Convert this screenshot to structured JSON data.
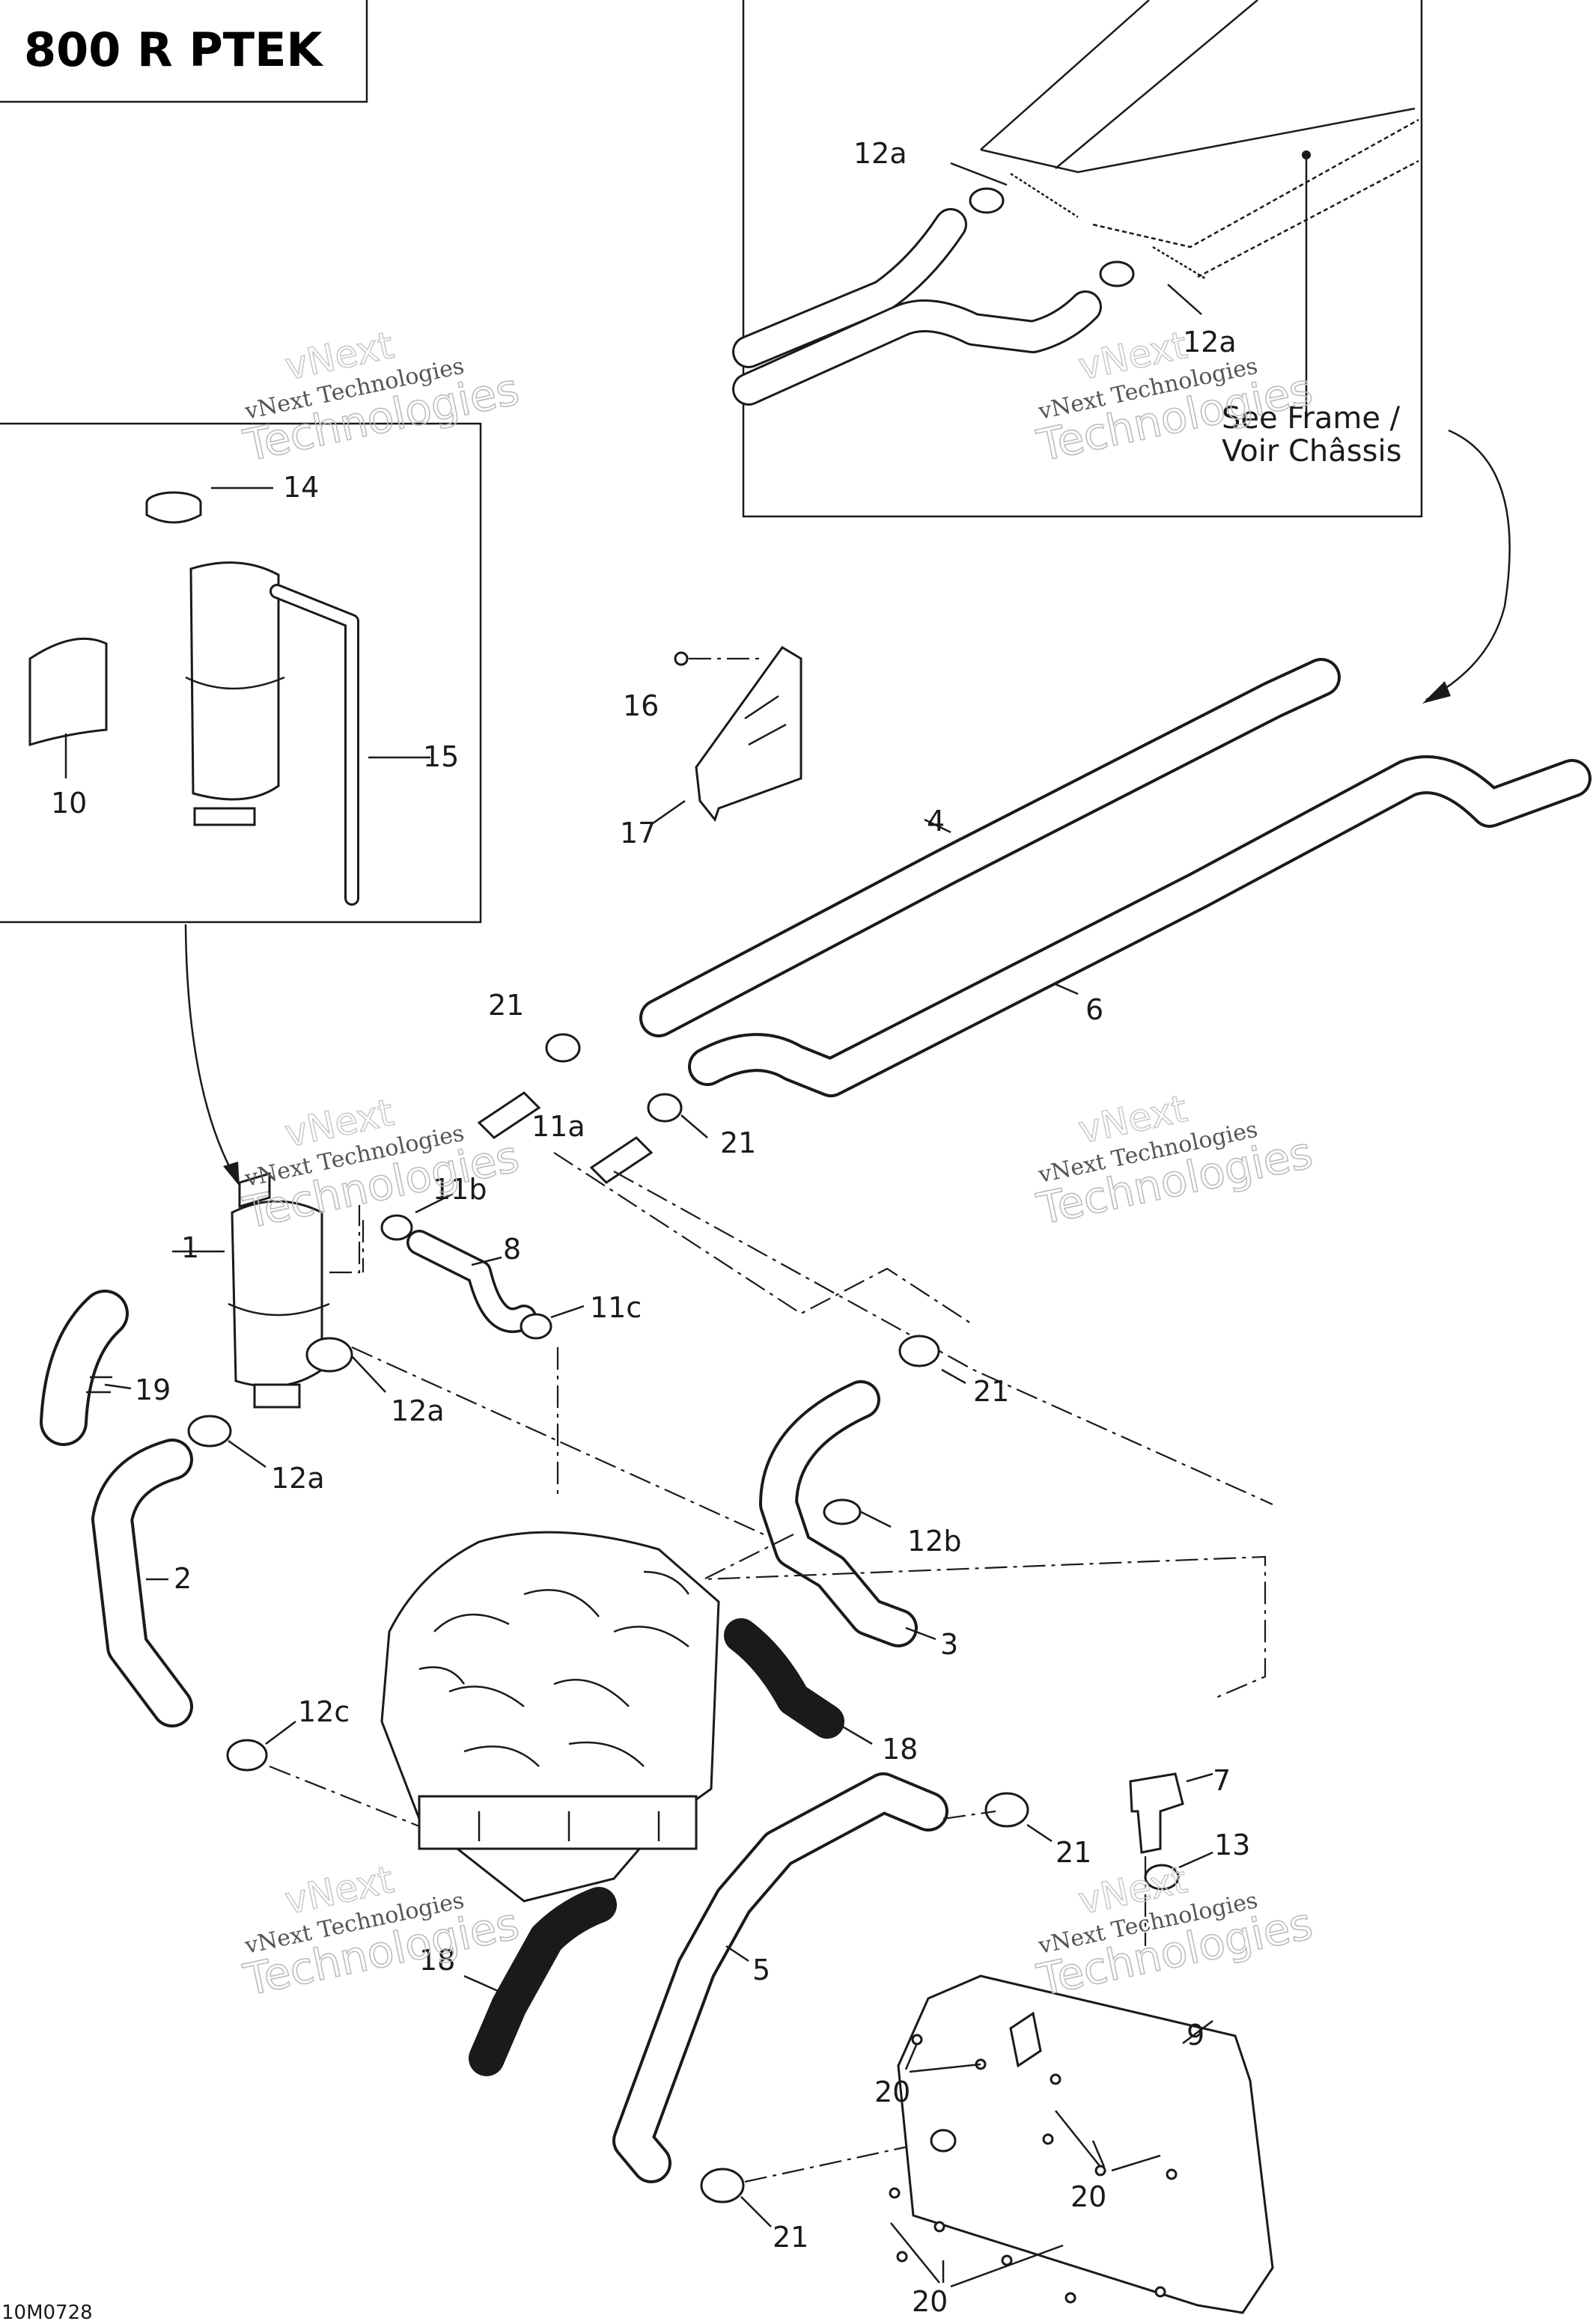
{
  "title": "800 R PTEK",
  "drawing_code": "10M0728",
  "note": {
    "line1": "See Frame /",
    "line2": "Voir Châssis"
  },
  "watermark": {
    "line1": "vNext",
    "line2": "vNext Technologies",
    "line3": "Technologies"
  },
  "callouts": {
    "c1": "1",
    "c2": "2",
    "c3": "3",
    "c4": "4",
    "c5": "5",
    "c6": "6",
    "c7": "7",
    "c8": "8",
    "c9": "9",
    "c10": "10",
    "c11a": "11a",
    "c11b": "11b",
    "c11c": "11c",
    "c12a_top1": "12a",
    "c12a_top2": "12a",
    "c12a_m1": "12a",
    "c12a_m2": "12a",
    "c12b": "12b",
    "c12c": "12c",
    "c13": "13",
    "c14": "14",
    "c15": "15",
    "c16": "16",
    "c17": "17",
    "c18a": "18",
    "c18b": "18",
    "c19": "19",
    "c20a": "20",
    "c20b": "20",
    "c20c": "20",
    "c21a": "21",
    "c21b": "21",
    "c21c": "21",
    "c21d": "21",
    "c21e": "21"
  }
}
